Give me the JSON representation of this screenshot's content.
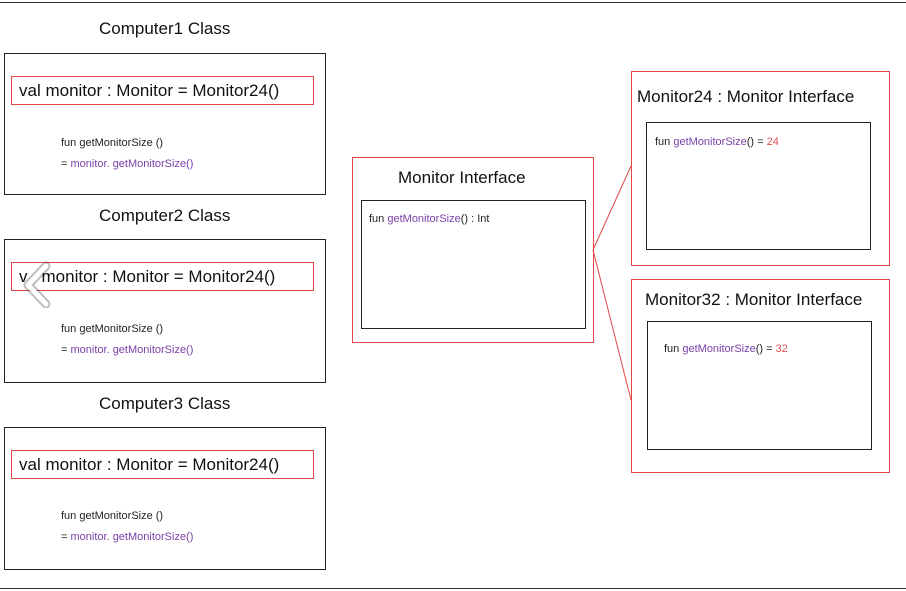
{
  "computers": [
    {
      "title": "Computer1 Class",
      "property": "val monitor : Monitor = Monitor24()",
      "fun_line": "fun getMonitorSize ()",
      "eq_prefix": "= ",
      "ret_obj": "monitor",
      "dot": ". ",
      "ret_call": "getMonitorSize()"
    },
    {
      "title": "Computer2 Class",
      "property_prefix": "v",
      "property": "monitor : Monitor = Monitor24()",
      "fun_line": "fun getMonitorSize ()",
      "eq_prefix": "= ",
      "ret_obj": "monitor",
      "dot": ". ",
      "ret_call": "getMonitorSize()"
    },
    {
      "title": "Computer3 Class",
      "property": "val monitor : Monitor = Monitor24()",
      "fun_line": "fun getMonitorSize ()",
      "eq_prefix": "= ",
      "ret_obj": "monitor",
      "dot": ". ",
      "ret_call": "getMonitorSize()"
    }
  ],
  "interface": {
    "title": "Monitor Interface",
    "fun_kw": "fun ",
    "fun_name": "getMonitorSize",
    "fun_sig": "() : Int"
  },
  "impls": [
    {
      "title": "Monitor24 : Monitor Interface",
      "fun_kw": "fun ",
      "fun_name": "getMonitorSize",
      "fun_eq": "() = ",
      "value": "24"
    },
    {
      "title": "Monitor32 : Monitor Interface",
      "fun_kw": "fun ",
      "fun_name": "getMonitorSize",
      "fun_eq": "() = ",
      "value": "32"
    }
  ],
  "colors": {
    "highlight_border": "#e04848",
    "keyword_purple": "#7a3fa8",
    "number_red": "#e05050"
  },
  "icons": [
    "chevron-left-icon"
  ]
}
